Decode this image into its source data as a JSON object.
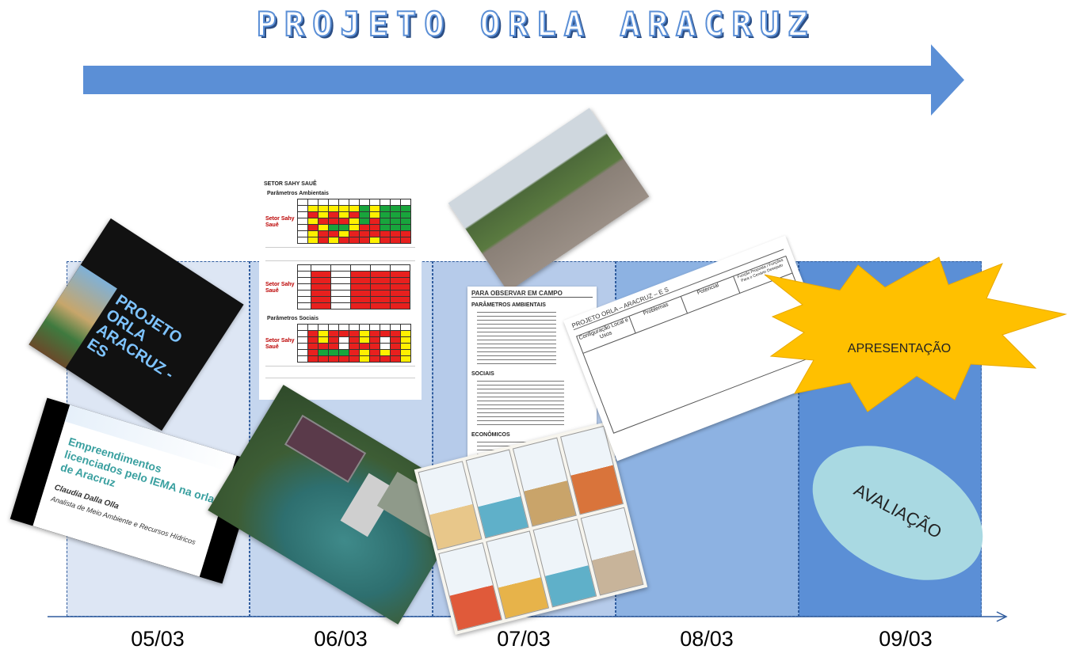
{
  "title": "PROJETO ORLA ARACRUZ",
  "dates": [
    "05/03",
    "06/03",
    "07/03",
    "08/03",
    "09/03"
  ],
  "colors": {
    "arrow": "#5b8fd6",
    "col1": "#dde6f4",
    "col2": "#c5d6ee",
    "col3": "#b6cbea",
    "col4": "#8db2e2",
    "col5": "#5b8fd6",
    "star": "#ffc000",
    "ellipse": "#a9d9e2"
  },
  "labels": {
    "apresentacao": "APRESENTAÇÃO",
    "avaliacao": "AVALIAÇÃO"
  },
  "slides": {
    "book_title": "PROJETO ORLA ARACRUZ - ES",
    "iema_title": "Empreendimentos licenciados pelo IEMA na orla de Aracruz",
    "iema_author": "Claudia Dalla Olla",
    "iema_role": "Analista de Meio Ambiente e Recursos Hídricos",
    "setor_title": "SETOR SAHY SAUÊ",
    "setor_amb": "Parâmetros Ambientais",
    "setor_soc": "Parâmetros Sociais",
    "setor_label": "Setor Sahy Sauê",
    "observar_title": "PARA OBSERVAR EM CAMPO",
    "observar_amb": "PARÂMETROS AMBIENTAIS",
    "observar_soc": "SOCIAIS",
    "observar_eco": "ECONÔMICOS",
    "form_title": "PROJETO ORLA – ARACRUZ – E S",
    "form_c1": "Configuração Local e Usos",
    "form_c2": "Problemas",
    "form_c3": "Potencial",
    "form_c4": "Função Proposta / Funções Para o Cenário Desejado"
  }
}
